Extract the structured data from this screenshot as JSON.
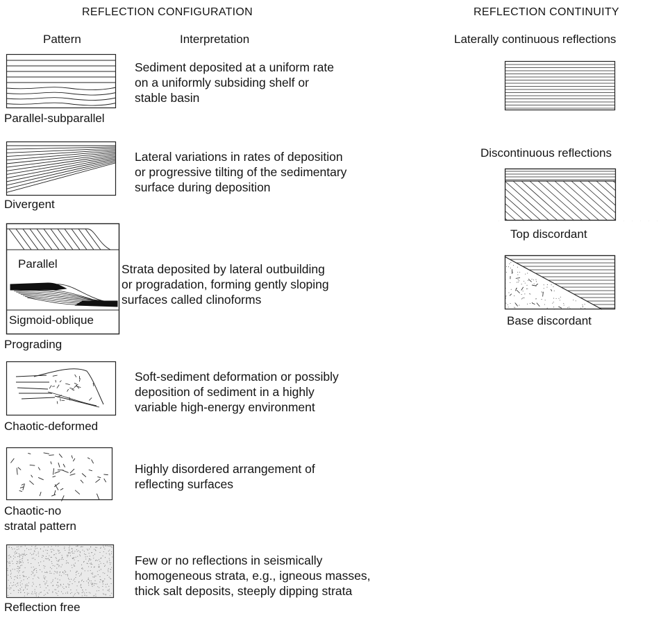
{
  "config_header": "REFLECTION CONFIGURATION",
  "continuity_header": "REFLECTION CONTINUITY",
  "pattern_col": "Pattern",
  "interp_col": "Interpretation",
  "rows": [
    {
      "name": "Parallel-subparallel",
      "interp": [
        "Sediment deposited at a uniform rate",
        "on a uniformly subsiding shelf or",
        "stable basin"
      ]
    },
    {
      "name": "Divergent",
      "interp": [
        "Lateral variations in rates of deposition",
        "or progressive tilting of the sedimentary",
        "surface during deposition"
      ]
    },
    {
      "name": "Prograding",
      "parts": [
        "Parallel",
        "Sigmoid-oblique"
      ],
      "interp": [
        "Strata deposited by lateral outbuilding",
        "or progradation, forming gently sloping",
        "surfaces called clinoforms"
      ]
    },
    {
      "name": "Chaotic-deformed",
      "interp": [
        "Soft-sediment deformation or possibly",
        "deposition of sediment in a highly",
        "variable high-energy environment"
      ]
    },
    {
      "name_lines": [
        "Chaotic-no",
        "stratal pattern"
      ],
      "interp": [
        "Highly disordered arrangement of",
        "reflecting surfaces"
      ]
    },
    {
      "name": "Reflection free",
      "interp": [
        "Few or no reflections in seismically",
        "homogeneous strata, e.g., igneous masses,",
        "thick salt deposits, steeply dipping strata"
      ]
    }
  ],
  "continuity": {
    "continuous": "Laterally continuous reflections",
    "discontinuous": "Discontinuous reflections",
    "top": "Top discordant",
    "base": "Base discordant"
  }
}
